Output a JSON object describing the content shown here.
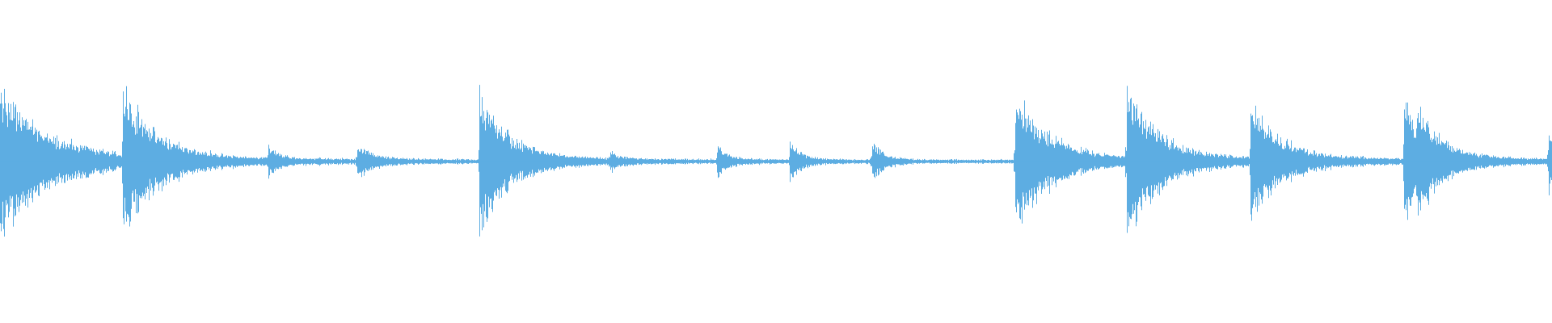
{
  "waveform": {
    "color": "#5dade2",
    "background": "#ffffff",
    "baseline_amplitude": 0.012,
    "noise_amplitude": 0.006,
    "onsets": [
      {
        "time": 0.0,
        "peak": 0.4,
        "decay": 0.03,
        "tail": 0.05
      },
      {
        "time": 0.018,
        "peak": 0.05,
        "decay": 0.004,
        "tail": 0.03
      },
      {
        "time": 0.079,
        "peak": 0.36,
        "decay": 0.02,
        "tail": 0.06
      },
      {
        "time": 0.173,
        "peak": 0.08,
        "decay": 0.004,
        "tail": 0.02
      },
      {
        "time": 0.23,
        "peak": 0.11,
        "decay": 0.008,
        "tail": 0.03
      },
      {
        "time": 0.309,
        "peak": 0.37,
        "decay": 0.018,
        "tail": 0.05
      },
      {
        "time": 0.393,
        "peak": 0.05,
        "decay": 0.004,
        "tail": 0.02
      },
      {
        "time": 0.462,
        "peak": 0.09,
        "decay": 0.006,
        "tail": 0.02
      },
      {
        "time": 0.509,
        "peak": 0.11,
        "decay": 0.006,
        "tail": 0.02
      },
      {
        "time": 0.562,
        "peak": 0.11,
        "decay": 0.006,
        "tail": 0.02
      },
      {
        "time": 0.654,
        "peak": 0.4,
        "decay": 0.02,
        "tail": 0.05
      },
      {
        "time": 0.726,
        "peak": 0.42,
        "decay": 0.018,
        "tail": 0.05
      },
      {
        "time": 0.806,
        "peak": 0.35,
        "decay": 0.016,
        "tail": 0.05
      },
      {
        "time": 0.905,
        "peak": 0.46,
        "decay": 0.006,
        "tail": 0.02
      },
      {
        "time": 0.913,
        "peak": 0.23,
        "decay": 0.016,
        "tail": 0.05
      },
      {
        "time": 0.998,
        "peak": 0.22,
        "decay": 0.003,
        "tail": 0.01
      }
    ]
  }
}
